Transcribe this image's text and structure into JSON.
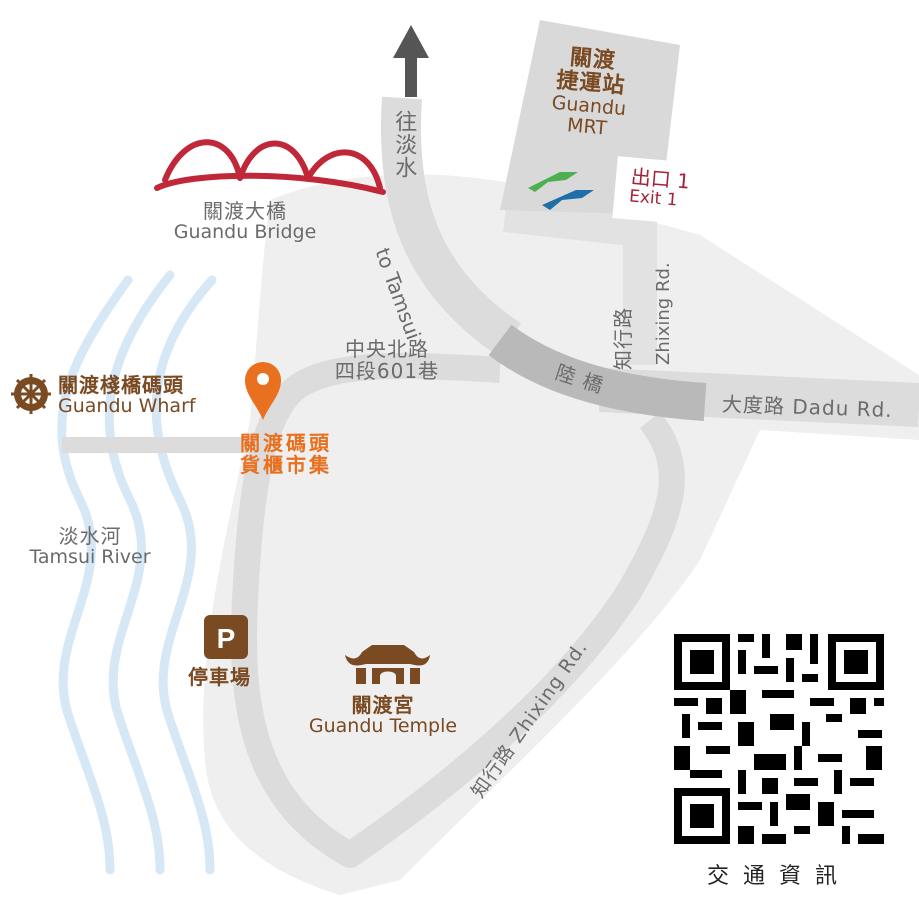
{
  "map": {
    "colors": {
      "area_fill": "#efefef",
      "road": "#dcdcdc",
      "bridge_road": "#b9b9b9",
      "text_gray": "#6b6b6b",
      "poi_brown": "#7a4a22",
      "highlight_orange": "#e8701e",
      "exit_red": "#a3243a",
      "bridge_red": "#c0283a",
      "river_blue": "#cfe4f5",
      "mrt_green": "#4caf50",
      "mrt_blue": "#1f6fa8"
    },
    "direction": {
      "to_tamsui_zh": "往淡水",
      "to_tamsui_en": "to Tamsui",
      "icon": "arrow-up-icon"
    },
    "mrt": {
      "name_zh_line1": "關渡",
      "name_zh_line2": "捷運站",
      "name_en_line1": "Guandu",
      "name_en_line2": "MRT",
      "icon": "metro-logo-icon",
      "exit_zh": "出口 1",
      "exit_en": "Exit 1"
    },
    "bridge": {
      "name_zh": "關渡大橋",
      "name_en": "Guandu Bridge",
      "icon": "arch-bridge-icon"
    },
    "wharf": {
      "name_zh": "關渡棧橋碼頭",
      "name_en": "Guandu Wharf",
      "icon": "dharma-wheel-icon"
    },
    "market": {
      "name_zh_line1": "關渡碼頭",
      "name_zh_line2": "貨櫃市集",
      "icon": "map-pin-icon"
    },
    "lane": {
      "line1": "中央北路",
      "line2": "四段601巷"
    },
    "roads": {
      "luqiao": "陸 橋",
      "dadu": "大度路 Dadu Rd.",
      "zhixing_upper_zh": "知行路",
      "zhixing_upper_en": "Zhixing Rd.",
      "zhixing_lower": "知行路 Zhixing Rd."
    },
    "river": {
      "name_zh": "淡水河",
      "name_en": "Tamsui River"
    },
    "parking": {
      "label": "停車場",
      "glyph": "P",
      "icon": "parking-icon"
    },
    "temple": {
      "name_zh": "關渡宮",
      "name_en": "Guandu Temple",
      "icon": "temple-icon"
    },
    "qr": {
      "caption": "交通資訊",
      "icon": "qr-code-icon"
    }
  }
}
